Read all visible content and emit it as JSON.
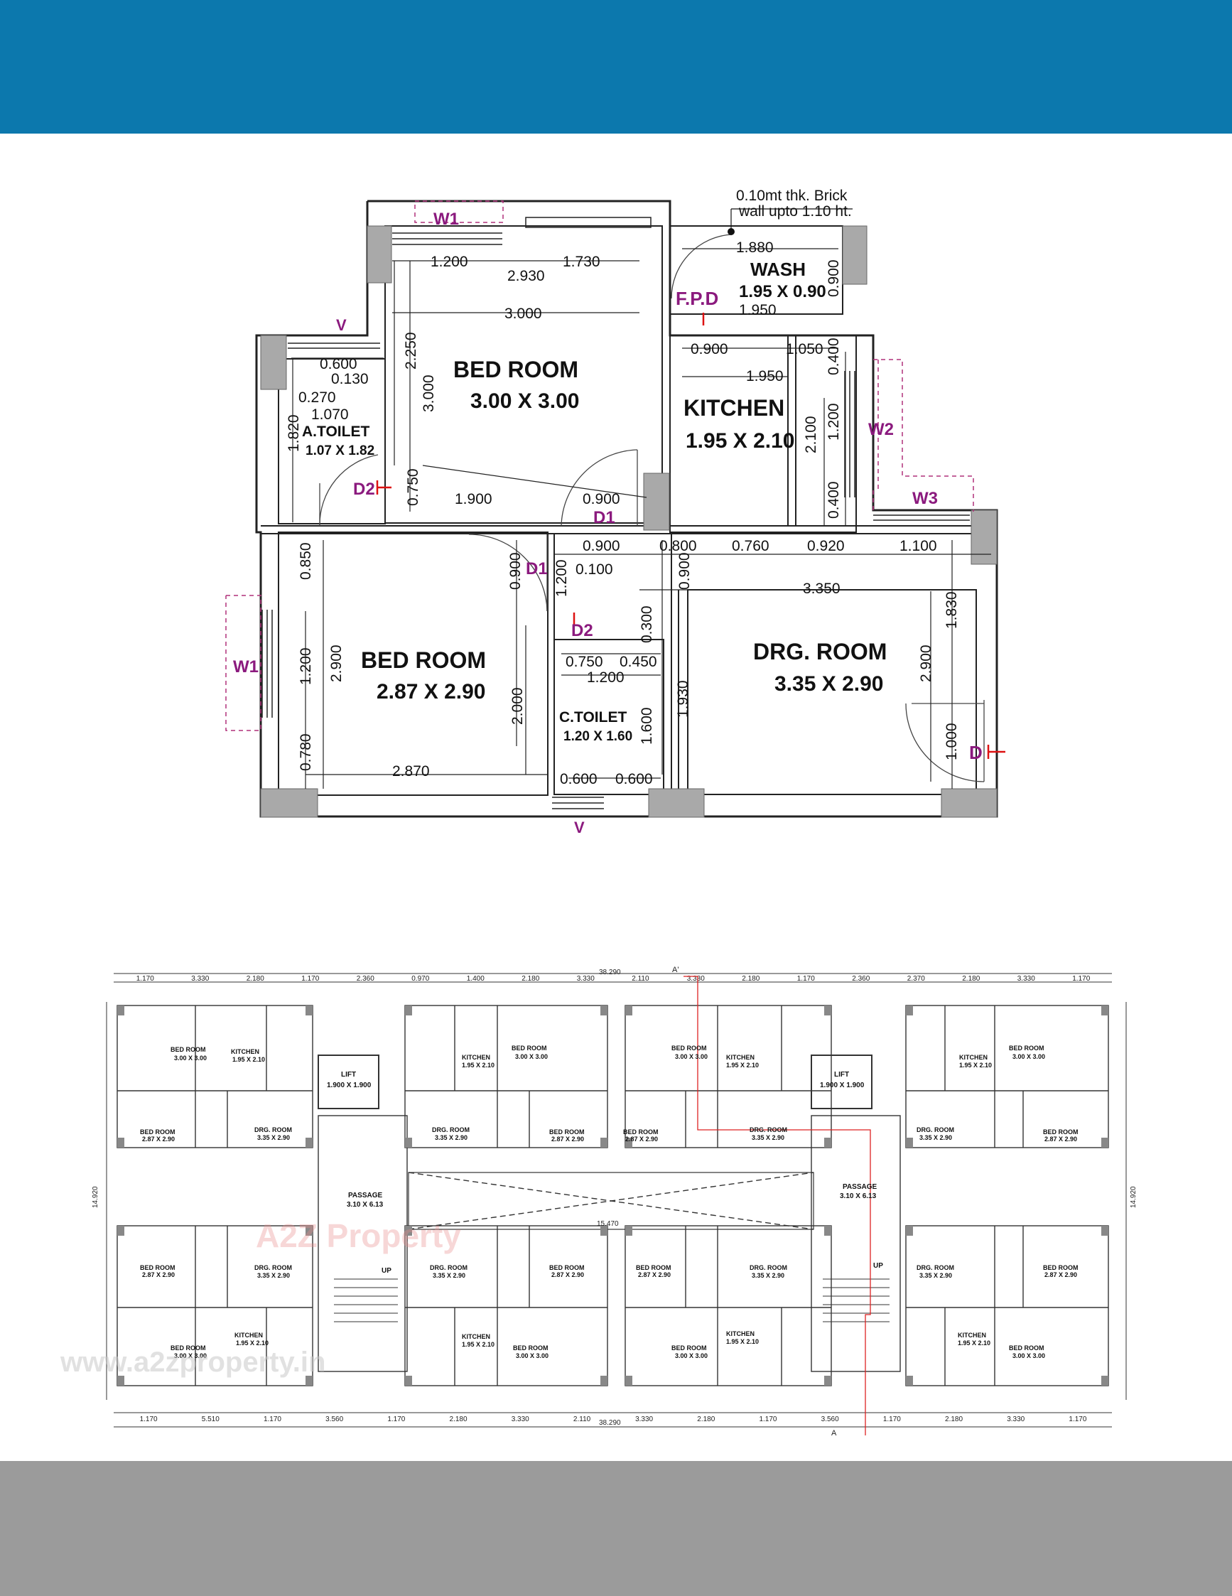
{
  "plan": {
    "note": [
      "0.10mt thk. Brick",
      "wall upto 1.10 ht."
    ],
    "rooms": {
      "wash": {
        "name": "WASH",
        "size": "1.95 X 0.90"
      },
      "bed1": {
        "name": "BED ROOM",
        "size": "3.00 X 3.00"
      },
      "kitchen": {
        "name": "KITCHEN",
        "size": "1.95 X 2.10"
      },
      "atoilet": {
        "name": "A.TOILET",
        "size": "1.07 X 1.82"
      },
      "bed2": {
        "name": "BED ROOM",
        "size": "2.87 X 2.90"
      },
      "drg": {
        "name": "DRG. ROOM",
        "size": "3.35 X 2.90"
      },
      "ctoilet": {
        "name": "C.TOILET",
        "size": "1.20 X 1.60"
      }
    },
    "tags": {
      "w1_top": "W1",
      "w1_left": "W1",
      "w2": "W2",
      "w3": "W3",
      "v_top": "V",
      "v_bottom": "V",
      "fpd": "F.P.D",
      "d2_toilet": "D2",
      "d1_a": "D1",
      "d1_b": "D1",
      "d2_ctoilet": "D2",
      "d_main": "D"
    },
    "dims": {
      "d1200a": "1.200",
      "d1730": "1.730",
      "d2930": "2.930",
      "d3000h": "3.000",
      "d1880": "1.880",
      "d0900w": "0.900",
      "d1950a": "1.950",
      "d0600": "0.600",
      "d0130": "0.130",
      "d0270": "0.270",
      "d1070": "1.070",
      "d1820": "1.820",
      "d2250": "2.250",
      "d3000v": "3.000",
      "d0750v": "0.750",
      "d1900": "1.900",
      "d0900d": "0.900",
      "d0900k": "0.900",
      "d1050": "1.050",
      "d0400a": "0.400",
      "d1950b": "1.950",
      "d2100": "2.100",
      "d1200w2": "1.200",
      "d0400b": "0.400",
      "d0900c": "0.900",
      "d0800": "0.800",
      "d0760": "0.760",
      "d0920": "0.920",
      "d1100": "1.100",
      "d0100": "0.100",
      "d0900v": "0.900",
      "d1200v": "1.200",
      "d0900v2": "0.900",
      "d3350": "3.350",
      "d1830": "1.830",
      "d2900r": "2.900",
      "d1000": "1.000",
      "d0850": "0.850",
      "d1200l": "1.200",
      "d0780": "0.780",
      "d2900l": "2.900",
      "d2000": "2.000",
      "d2870": "2.870",
      "d0300": "0.300",
      "d0750h": "0.750",
      "d0450": "0.450",
      "d1200c": "1.200",
      "d1600": "1.600",
      "d1930": "1.930",
      "d0600a": "0.600",
      "d0600b": "0.600"
    }
  },
  "overall": {
    "top_dims": [
      "1.170",
      "3.330",
      "2.180",
      "1.170",
      "2.360",
      "0.970",
      "1.400",
      "2.180",
      "3.330",
      "2.110",
      "3.330",
      "2.180",
      "1.170",
      "2.360",
      "2.370",
      "2.180",
      "3.330",
      "1.170"
    ],
    "bottom_dims": [
      "1.170",
      "5.510",
      "1.170",
      "3.560",
      "1.170",
      "2.180",
      "3.330",
      "2.110",
      "3.330",
      "2.180",
      "1.170",
      "3.560",
      "1.170",
      "2.180",
      "3.330",
      "1.170"
    ],
    "total_width": "38.290",
    "total_height": "14.920",
    "mid_width": "15.470",
    "section_top": "A'",
    "section_bottom": "A",
    "lift": {
      "name": "LIFT",
      "size": "1.900 X 1.900"
    },
    "passage": {
      "name": "PASSAGE",
      "size": "3.10 X 6.13"
    },
    "up": "UP",
    "watermark_brand": "A2Z Property",
    "watermark_url": "www.a2zproperty.in"
  }
}
